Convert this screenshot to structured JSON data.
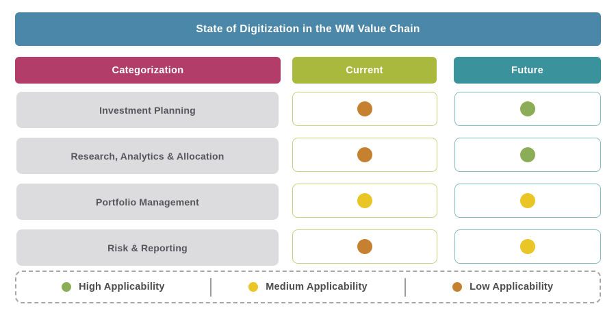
{
  "title": "State of Digitization in the WM Value Chain",
  "columns": {
    "categorization": "Categorization",
    "current": "Current",
    "future": "Future"
  },
  "rows": [
    {
      "label": "Investment Planning",
      "current": "low",
      "future": "high"
    },
    {
      "label": "Research, Analytics & Allocation",
      "current": "low",
      "future": "high"
    },
    {
      "label": "Portfolio Management",
      "current": "medium",
      "future": "medium"
    },
    {
      "label": "Risk & Reporting",
      "current": "low",
      "future": "medium"
    }
  ],
  "legend": [
    {
      "level": "high",
      "label": "High Applicability"
    },
    {
      "level": "medium",
      "label": "Medium Applicability"
    },
    {
      "level": "low",
      "label": "Low Applicability"
    }
  ],
  "colors": {
    "banner": "#4a87a8",
    "categorization_header": "#b23d68",
    "current_header": "#a9b93d",
    "future_header": "#3a929c",
    "row_background": "#dcdcde",
    "current_cell_border": "#c6d27f",
    "future_cell_border": "#82b8c3",
    "high": "#8bad57",
    "medium": "#e9c525",
    "low": "#c5812f"
  },
  "chart_data": {
    "type": "table",
    "title": "State of Digitization in the WM Value Chain",
    "columns": [
      "Categorization",
      "Current",
      "Future"
    ],
    "rows": [
      [
        "Investment Planning",
        "Low Applicability",
        "High Applicability"
      ],
      [
        "Research, Analytics & Allocation",
        "Low Applicability",
        "High Applicability"
      ],
      [
        "Portfolio Management",
        "Medium Applicability",
        "Medium Applicability"
      ],
      [
        "Risk & Reporting",
        "Low Applicability",
        "Medium Applicability"
      ]
    ],
    "legend_entries": [
      "High Applicability",
      "Medium Applicability",
      "Low Applicability"
    ],
    "legend_position": "bottom"
  }
}
